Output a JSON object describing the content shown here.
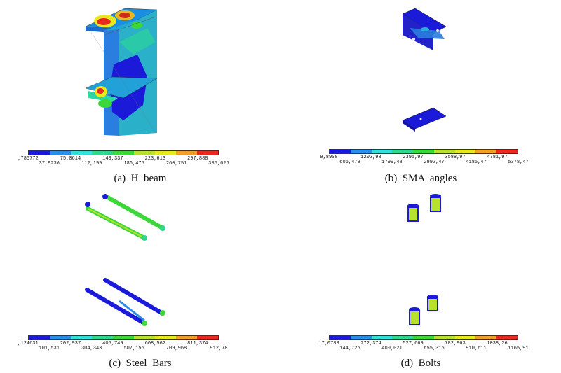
{
  "colors": [
    "#1a1ad8",
    "#2a8ee8",
    "#33e0d8",
    "#2ed88c",
    "#3cd83a",
    "#b8e02e",
    "#e8e81e",
    "#f0a028",
    "#e82a1e"
  ],
  "panels": [
    {
      "id": "a",
      "caption": "(a)  H  beam",
      "ticks_top": [
        ",785772",
        "75,0614",
        "149,337",
        "223,613",
        "297,888"
      ],
      "ticks_bottom": [
        "37,9236",
        "112,199",
        "186,475",
        "260,751",
        "335,026"
      ]
    },
    {
      "id": "b",
      "caption": "(b)  SMA  angles",
      "ticks_top": [
        "9,8908",
        "1202,98",
        "2395,97",
        "3588,97",
        "4781,97"
      ],
      "ticks_bottom": [
        "606,479",
        "1799,48",
        "2992,47",
        "4185,47",
        "5378,47"
      ]
    },
    {
      "id": "c",
      "caption": "(c)  Steel  Bars",
      "ticks_top": [
        ",124631",
        "202,937",
        "405,749",
        "608,562",
        "811,374"
      ],
      "ticks_bottom": [
        "101,531",
        "304,343",
        "507,156",
        "709,968",
        "912,78"
      ]
    },
    {
      "id": "d",
      "caption": "(d)  Bolts",
      "ticks_top": [
        "17,0788",
        "272,374",
        "527,669",
        "782,963",
        "1038,26"
      ],
      "ticks_bottom": [
        "144,726",
        "400,021",
        "655,316",
        "910,611",
        "1165,91"
      ]
    }
  ]
}
